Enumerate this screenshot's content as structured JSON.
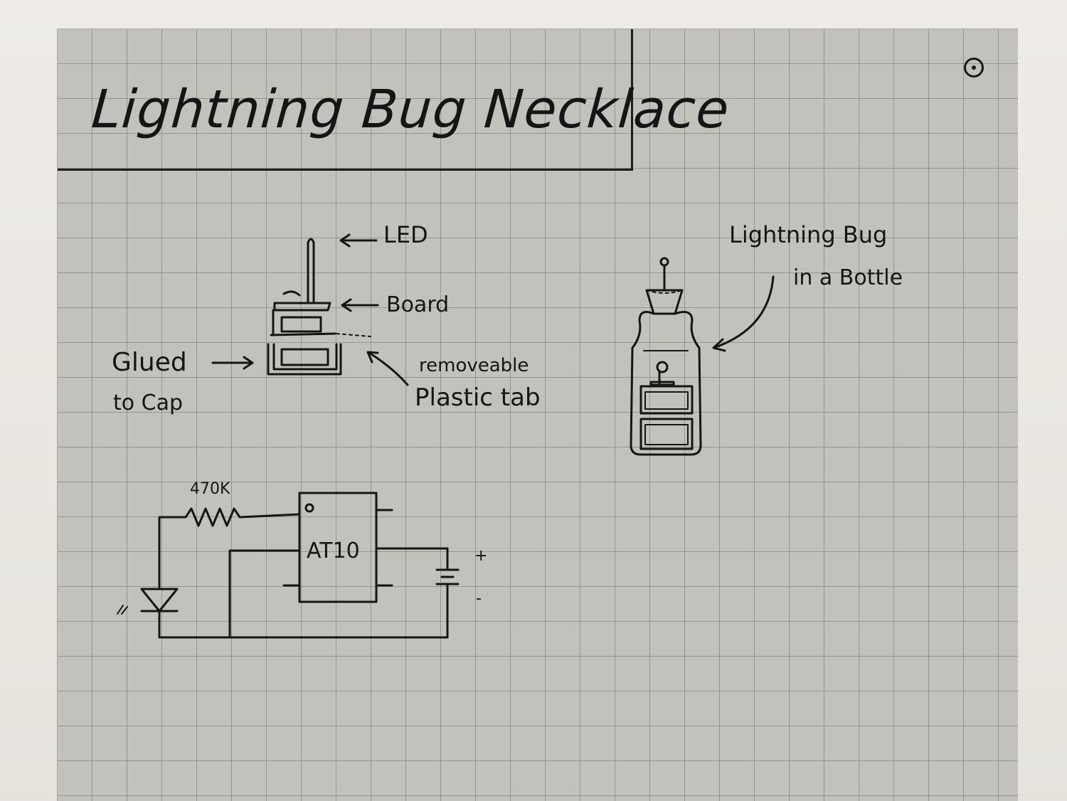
{
  "note": {
    "title": "Lightning Bug Necklace"
  },
  "labels": {
    "led": "LED",
    "board": "Board",
    "glued_line1": "Glued",
    "glued_line2": "to Cap",
    "tab_line1": "removeable",
    "tab_line2": "Plastic tab",
    "bottle_line1": "Lightning Bug",
    "bottle_line2": "in a Bottle",
    "resistor": "470K",
    "chip": "AT10",
    "plus": "+",
    "minus": "-"
  },
  "icons": {
    "menu": "menu-dot-icon"
  },
  "colors": {
    "paper": "#c2c1bc",
    "ink": "#151515",
    "bezel": "#e9e7e2"
  }
}
